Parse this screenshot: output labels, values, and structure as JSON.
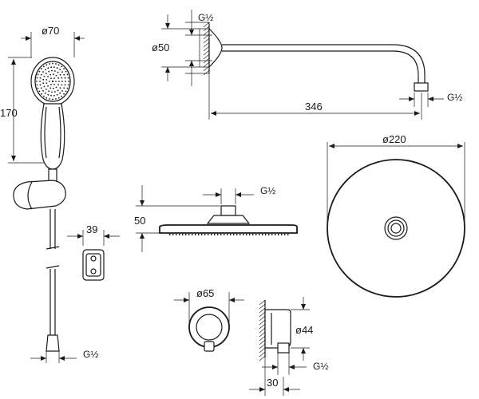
{
  "dimensions": {
    "handshower_diameter": "ø70",
    "handshower_height": "170",
    "bracket_width": "39",
    "hose_thread": "G½",
    "arm_inlet_thread": "G½",
    "arm_flange_diameter": "ø50",
    "arm_length": "346",
    "arm_outlet_thread": "G½",
    "head_thread": "G½",
    "head_height": "50",
    "plate_diameter": "ø220",
    "outlet_diameter": "ø65",
    "elbow_diameter": "ø44",
    "elbow_thread": "G½",
    "elbow_depth": "30"
  },
  "colors": {
    "line": "#1a1a1a",
    "background": "#ffffff"
  }
}
